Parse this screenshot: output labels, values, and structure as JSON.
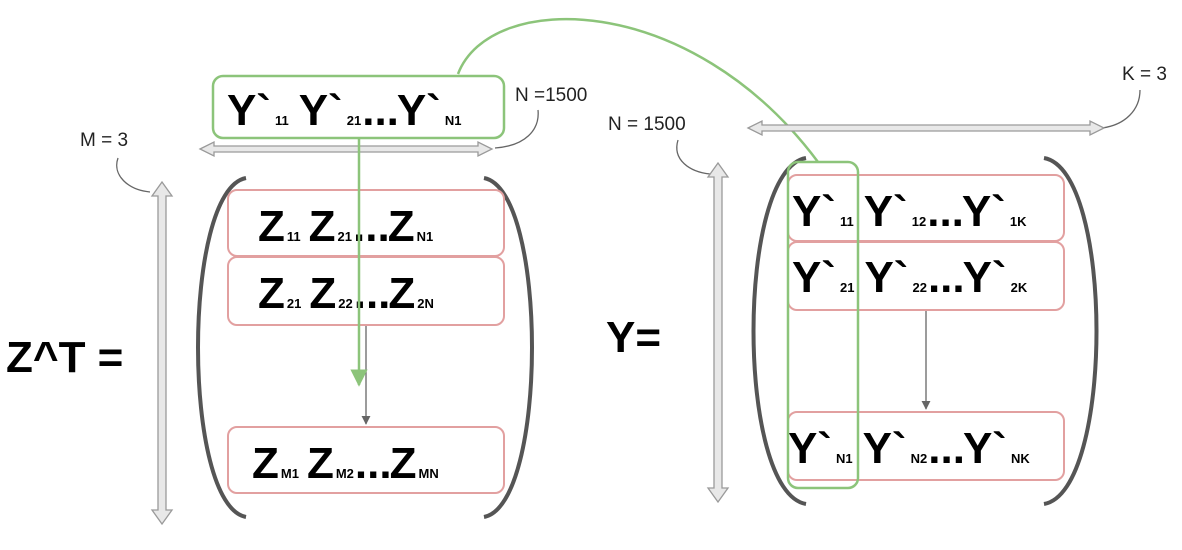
{
  "labels": {
    "n_top": "N =1500",
    "m_left": "M = 3",
    "n_right": "N = 1500",
    "k_right": "K = 3",
    "zt_label": "Z^T =",
    "y_label": "Y="
  },
  "top_row": {
    "letter": "Y`",
    "sub_1": "11",
    "sub_2": "21",
    "sub_n": "N1",
    "dots": "..."
  },
  "zt_matrix": {
    "letter": "Z",
    "dots": "...",
    "rows": [
      [
        "11",
        "21",
        "N1"
      ],
      [
        "21",
        "22",
        "2N"
      ],
      [
        "M1",
        "M2",
        "MN"
      ]
    ]
  },
  "y_matrix": {
    "letter": "Y`",
    "dots": "...",
    "rows": [
      [
        "11",
        "12",
        "1K"
      ],
      [
        "21",
        "22",
        "2K"
      ],
      [
        "N1",
        "N2",
        "NK"
      ]
    ]
  },
  "colors": {
    "green": "#8cc47a",
    "pink": "#e2a0a0",
    "bracket": "#555555",
    "gray_arrow": "#9a9a9a",
    "thin_line": "#666666"
  }
}
